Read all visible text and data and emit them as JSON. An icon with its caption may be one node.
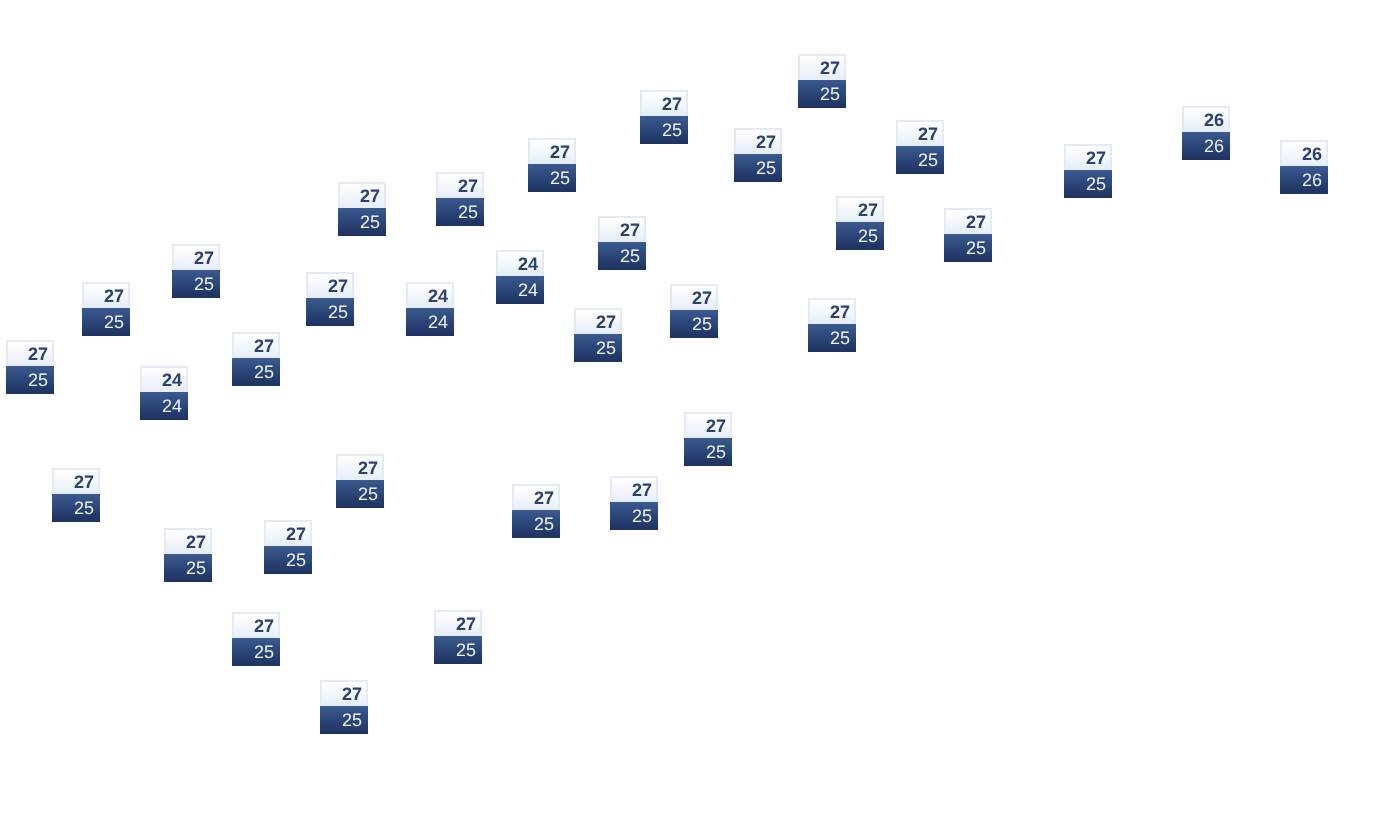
{
  "diagram": {
    "nodes": [
      {
        "text": [
          "27",
          "25"
        ]
      },
      {
        "text": [
          "27",
          "25"
        ]
      },
      {
        "text": [
          "26",
          "26"
        ]
      },
      {
        "text": [
          "27",
          "25"
        ]
      },
      {
        "text": [
          "27",
          "25"
        ]
      },
      {
        "text": [
          "27",
          "25"
        ]
      },
      {
        "text": [
          "26",
          "26"
        ]
      },
      {
        "text": [
          "27",
          "25"
        ]
      },
      {
        "text": [
          "27",
          "25"
        ]
      },
      {
        "text": [
          "27",
          "25"
        ]
      },
      {
        "text": [
          "27",
          "25"
        ]
      },
      {
        "text": [
          "27",
          "25"
        ]
      },
      {
        "text": [
          "27",
          "25"
        ]
      },
      {
        "text": [
          "27",
          "25"
        ]
      },
      {
        "text": [
          "24",
          "24"
        ]
      },
      {
        "text": [
          "27",
          "25"
        ]
      },
      {
        "text": [
          "27",
          "25"
        ]
      },
      {
        "text": [
          "24",
          "24"
        ]
      },
      {
        "text": [
          "27",
          "25"
        ]
      },
      {
        "text": [
          "27",
          "25"
        ]
      },
      {
        "text": [
          "27",
          "25"
        ]
      },
      {
        "text": [
          "27",
          "25"
        ]
      },
      {
        "text": [
          "27",
          "25"
        ]
      },
      {
        "text": [
          "24",
          "24"
        ]
      },
      {
        "text": [
          "27",
          "25"
        ]
      },
      {
        "text": [
          "27",
          "25"
        ]
      },
      {
        "text": [
          "27",
          "25"
        ]
      },
      {
        "text": [
          "27",
          "25"
        ]
      },
      {
        "text": [
          "27",
          "25"
        ]
      },
      {
        "text": [
          "27",
          "25"
        ]
      },
      {
        "text": [
          "27",
          "25"
        ]
      },
      {
        "text": [
          "27",
          "25"
        ]
      },
      {
        "text": [
          "27",
          "25"
        ]
      },
      {
        "text": [
          "27",
          "25"
        ]
      }
    ]
  }
}
